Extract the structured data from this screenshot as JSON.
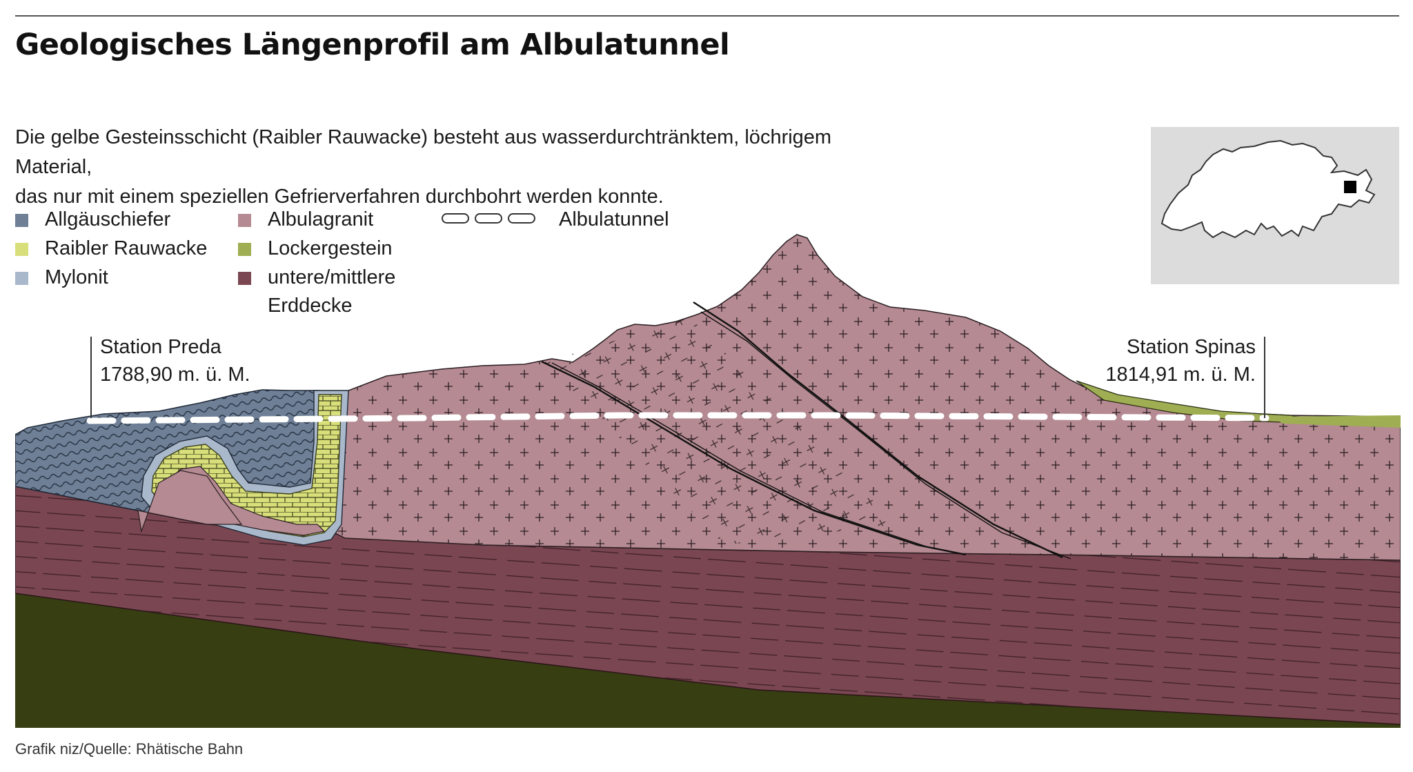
{
  "title": "Geologisches Längenprofil am Albulatunnel",
  "description": {
    "line1": "Die gelbe Gesteinsschicht (Raibler Rauwacke) besteht aus wasserdurchtränktem, löchrigem Material,",
    "line2": "das nur mit einem speziellen Gefrierverfahren durchbohrt werden konnte."
  },
  "legend": [
    {
      "label": "Allgäuschiefer",
      "color": "#6e7f96"
    },
    {
      "label": "Raibler Rauwacke",
      "color": "#d8df7a"
    },
    {
      "label": "Mylonit",
      "color": "#a9b8cb"
    },
    {
      "label": "Albulagranit",
      "color": "#b58a92"
    },
    {
      "label": "Lockergestein",
      "color": "#9fae52"
    },
    {
      "label": "untere/mittlere",
      "label2": "Erddecke",
      "color": "#7a4651"
    },
    {
      "label": "Albulatunnel",
      "color": "#ffffff"
    }
  ],
  "stations": {
    "preda": {
      "name": "Station Preda",
      "elevation": "1788,90 m. ü. M."
    },
    "spinas": {
      "name": "Station Spinas",
      "elevation": "1814,91 m. ü. M."
    }
  },
  "source": "Grafik niz/Quelle: Rhätische Bahn",
  "colors": {
    "allgaeuschiefer": "#6e7f96",
    "raibler_rauwacke": "#d8df7a",
    "mylonit": "#a9b8cb",
    "albulagranit": "#b58a92",
    "lockergestein": "#9fae52",
    "erddecke": "#7a4651",
    "deep_ground": "#363e12",
    "map_background": "#dcdcdc"
  }
}
